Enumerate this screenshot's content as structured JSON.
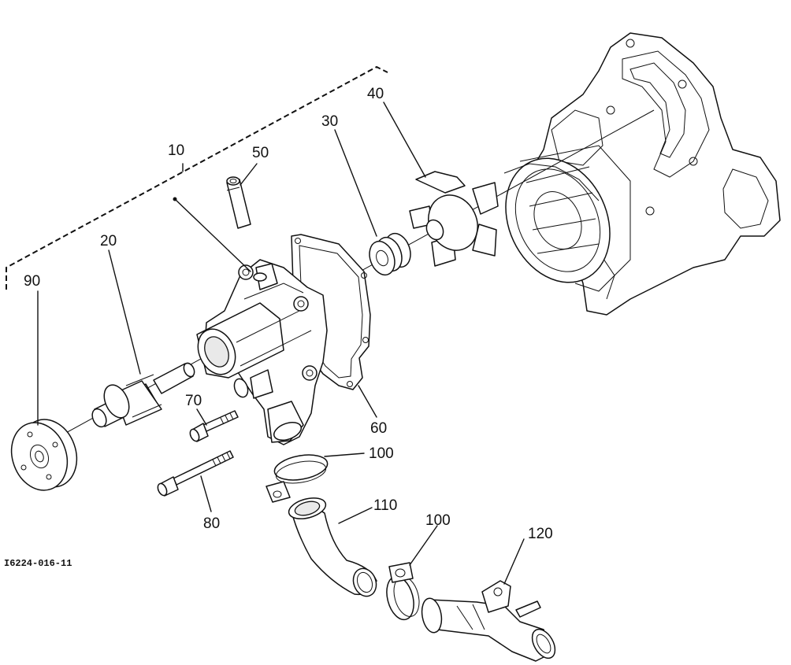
{
  "figure_code": "I6224-016-11",
  "callouts": {
    "c10": "10",
    "c20": "20",
    "c30": "30",
    "c40": "40",
    "c50": "50",
    "c60": "60",
    "c70": "70",
    "c80": "80",
    "c90": "90",
    "c100a": "100",
    "c100b": "100",
    "c110": "110",
    "c120": "120"
  }
}
